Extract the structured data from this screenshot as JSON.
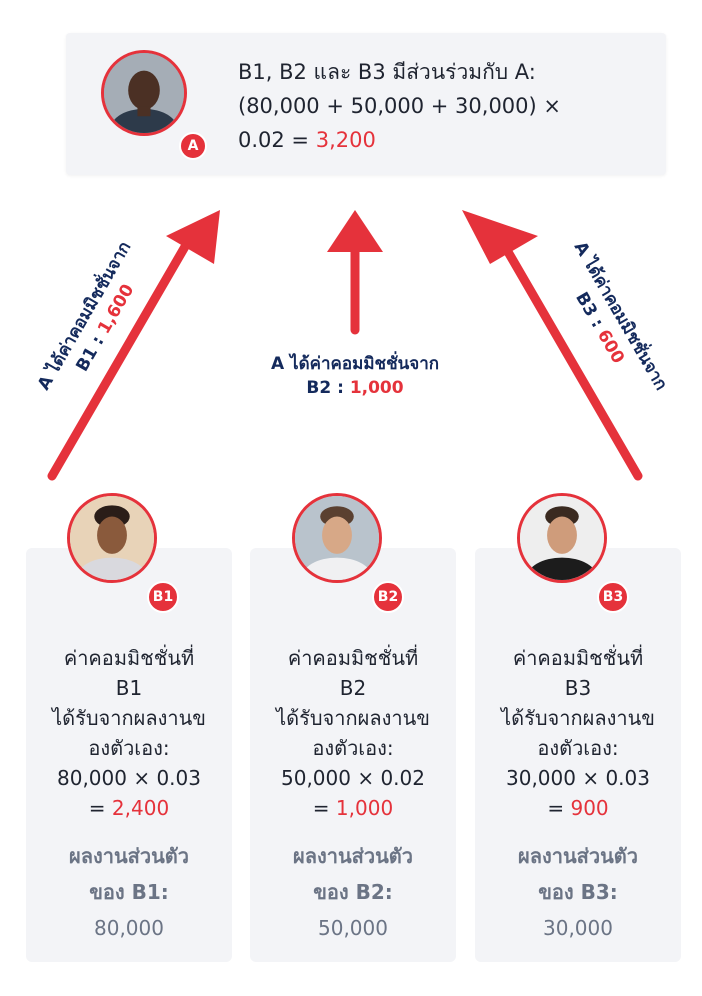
{
  "top": {
    "badge": "A",
    "line1": "B1, B2 และ B3 มีส่วนร่วมกับ A:",
    "line2": "(80,000 + 50,000 + 30,000) ×",
    "line3_prefix": "0.02 = ",
    "line3_value": "3,200"
  },
  "arrows": {
    "left": {
      "line1": "A ได้ค่าคอมมิชชั่นจาก",
      "line2_prefix": "B1 : ",
      "line2_value": "1,600"
    },
    "center": {
      "line1": "A ได้ค่าคอมมิชชั่นจาก",
      "line2_prefix": "B2 : ",
      "line2_value": "1,000"
    },
    "right": {
      "line1": "A ได้ค่าคอมมิชชั่นจาก",
      "line2_prefix": "B3 : ",
      "line2_value": "600"
    }
  },
  "cards": [
    {
      "badge": "B1",
      "l1": "ค่าคอมมิชชั่นที่",
      "l2": "B1",
      "l3": "ได้รับจากผลงานข",
      "l4": "องตัวเอง:",
      "l5": "80,000 × 0.03",
      "l6_prefix": "= ",
      "l6_value": "2,400",
      "bottom1": "ผลงานส่วนตัว",
      "bottom2": "ของ B1:",
      "bottom3": "80,000"
    },
    {
      "badge": "B2",
      "l1": "ค่าคอมมิชชั่นที่",
      "l2": "B2",
      "l3": "ได้รับจากผลงานข",
      "l4": "องตัวเอง:",
      "l5": "50,000 × 0.02",
      "l6_prefix": "= ",
      "l6_value": "1,000",
      "bottom1": "ผลงานส่วนตัว",
      "bottom2": "ของ B2:",
      "bottom3": "50,000"
    },
    {
      "badge": "B3",
      "l1": "ค่าคอมมิชชั่นที่",
      "l2": "B3",
      "l3": "ได้รับจากผลงานข",
      "l4": "องตัวเอง:",
      "l5": "30,000 × 0.03",
      "l6_prefix": "= ",
      "l6_value": "900",
      "bottom1": "ผลงานส่วนตัว",
      "bottom2": "ของ B3:",
      "bottom3": "30,000"
    }
  ],
  "colors": {
    "accent": "#e5323b",
    "navy": "#142a5c",
    "card_bg": "#f3f4f7"
  }
}
